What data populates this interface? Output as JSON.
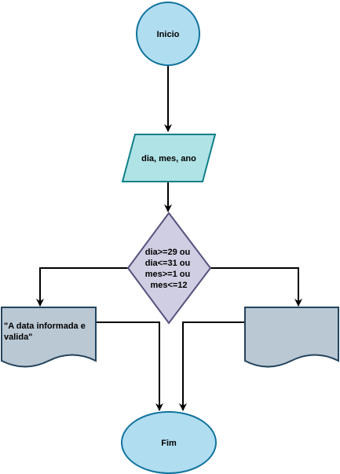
{
  "diagram": {
    "start": {
      "label": "Inicio"
    },
    "input": {
      "label": "dia, mes, ano"
    },
    "decision": {
      "lines": [
        "dia>=29 ou",
        "dia<=31 ou",
        "mes>=1 ou",
        "mes<=12"
      ]
    },
    "output_left": {
      "lines": [
        "\"A data informada e",
        "valida\""
      ]
    },
    "output_right": {
      "lines": []
    },
    "end": {
      "label": "Fim"
    }
  },
  "colors": {
    "terminal_fill": "#b1ddf0",
    "terminal_stroke": "#10739e",
    "input_fill": "#b0e3e6",
    "input_stroke": "#0e8088",
    "decision_fill": "#d0cee2",
    "decision_stroke": "#56517e",
    "document_fill": "#bac8d3",
    "document_stroke": "#23445d",
    "edge": "#000000"
  }
}
